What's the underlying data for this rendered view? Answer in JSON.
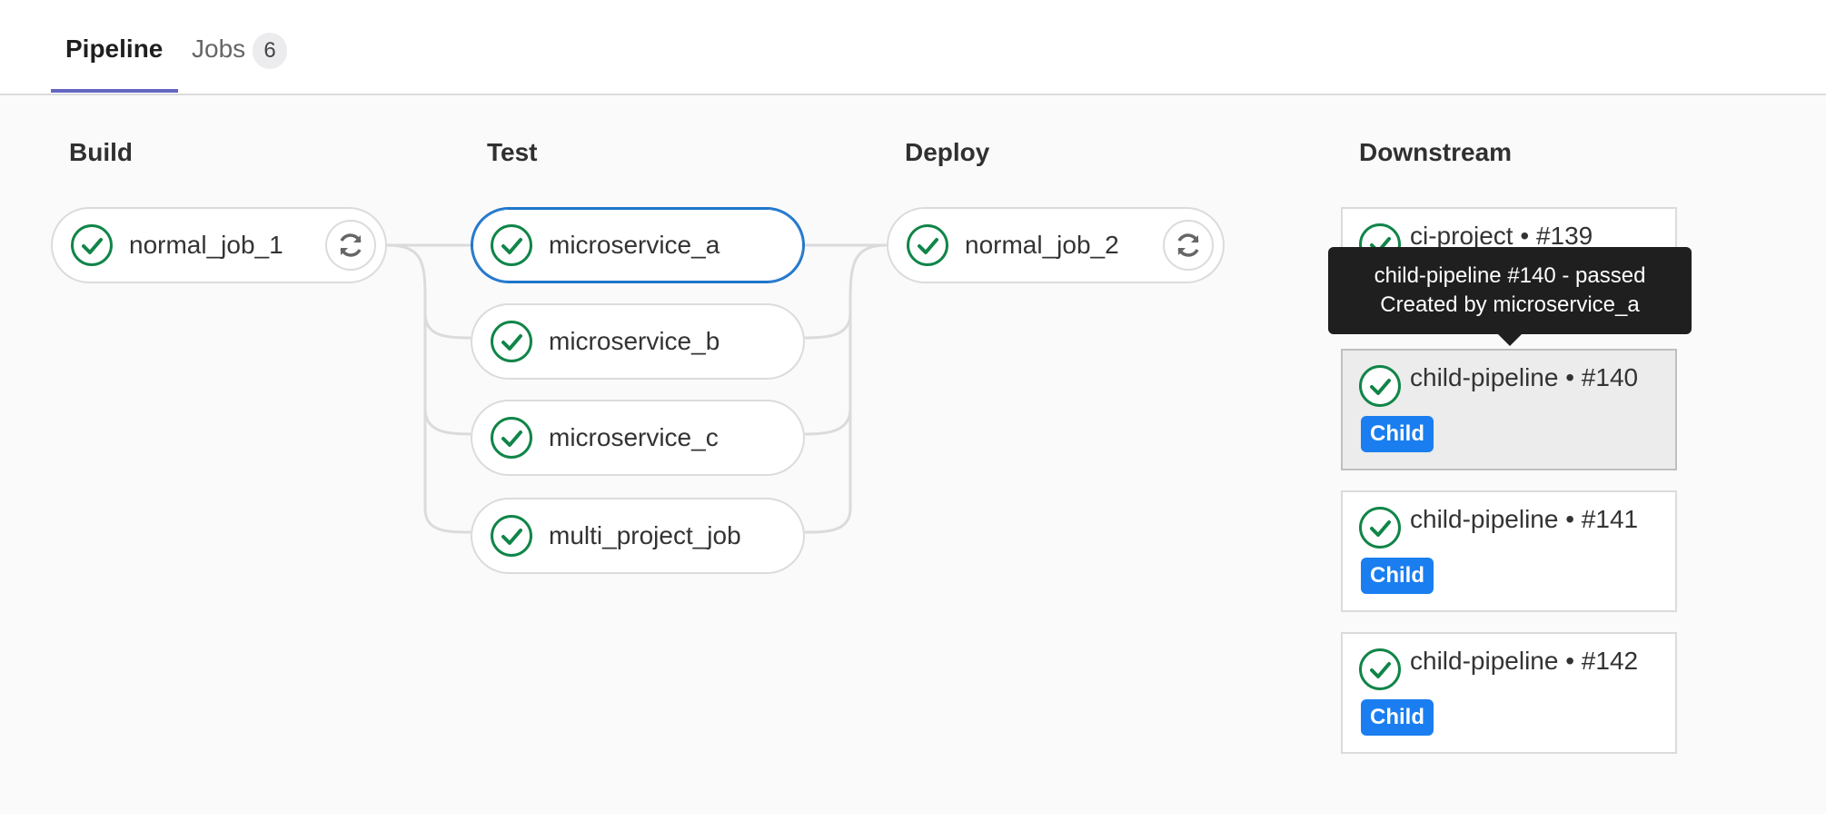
{
  "tabs": [
    {
      "label": "Pipeline",
      "active": true
    },
    {
      "label": "Jobs",
      "badge": "6"
    }
  ],
  "stages": [
    {
      "title": "Build",
      "jobs": [
        {
          "name": "normal_job_1",
          "status": "passed",
          "retry": true
        }
      ]
    },
    {
      "title": "Test",
      "jobs": [
        {
          "name": "microservice_a",
          "status": "passed",
          "selected": true
        },
        {
          "name": "microservice_b",
          "status": "passed"
        },
        {
          "name": "microservice_c",
          "status": "passed"
        },
        {
          "name": "multi_project_job",
          "status": "passed"
        }
      ]
    },
    {
      "title": "Deploy",
      "jobs": [
        {
          "name": "normal_job_2",
          "status": "passed",
          "retry": true
        }
      ]
    }
  ],
  "downstream": {
    "title": "Downstream",
    "pipelines": [
      {
        "title": "ci-project • #139",
        "badge": "",
        "status": "passed"
      },
      {
        "title": "child-pipeline • #140",
        "badge": "Child",
        "status": "passed"
      },
      {
        "title": "child-pipeline • #141",
        "badge": "Child",
        "status": "passed"
      },
      {
        "title": "child-pipeline • #142",
        "badge": "Child",
        "status": "passed"
      }
    ]
  },
  "tooltip": {
    "line1": "child-pipeline #140 - passed",
    "line2": "Created by microservice_a"
  },
  "colors": {
    "success": "#108548",
    "accent": "#1f75cb",
    "tab_underline": "#6666c4",
    "badge_blue": "#1a7ef0",
    "tooltip_bg": "#1f1f1f"
  },
  "icons": {
    "status": "check-circle-icon",
    "retry": "retry-icon"
  }
}
